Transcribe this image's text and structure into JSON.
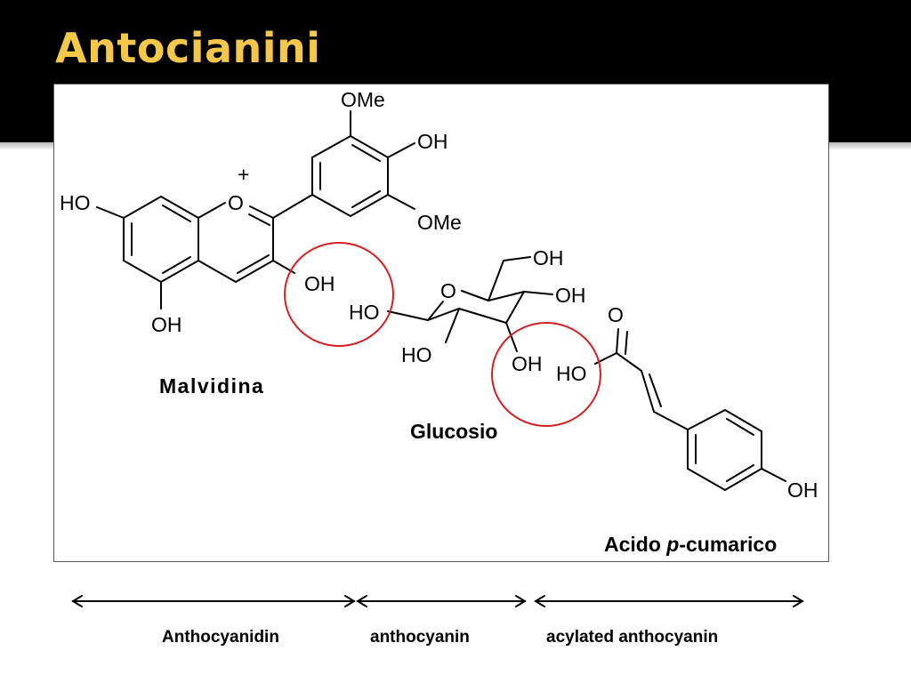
{
  "slide": {
    "title": "Antocianini"
  },
  "structure": {
    "atoms": {
      "ome_top": "OMe",
      "oh_top": "OH",
      "plus": "+",
      "ho_left": "HO",
      "o_ring": "O",
      "ome_right": "OMe",
      "oh_c3": "OH",
      "oh_c5": "OH",
      "oh_ch2": "OH",
      "o_pyran": "O",
      "oh_c4": "OH",
      "ho_c1": "HO",
      "ho_c2": "HO",
      "oh_c3sugar": "OH",
      "o_carbonyl": "O",
      "ho_acid": "HO",
      "oh_phenol": "OH"
    },
    "names": {
      "malvidin": "Malvidina",
      "glucose": "Glucosio",
      "acid_prefix": "Acido ",
      "acid_italic": "p",
      "acid_suffix": "-cumarico"
    },
    "highlight_color": "#d42020"
  },
  "ranges": {
    "anthocyanidin": "Anthocyanidin",
    "anthocyanin": "anthocyanin",
    "acylated": "acylated anthocyanin"
  }
}
